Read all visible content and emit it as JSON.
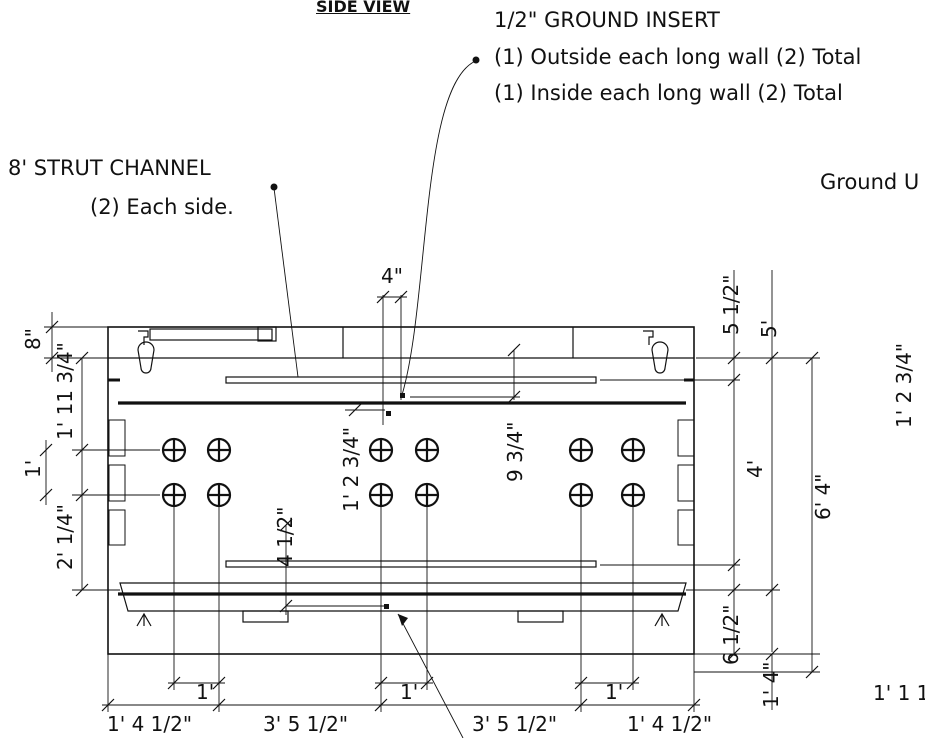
{
  "title": "SIDE VIEW",
  "callouts": {
    "ground_insert_title": "1/2\" GROUND INSERT",
    "ground_insert_outside": "(1) Outside each long wall (2) Total",
    "ground_insert_inside": "(1) Inside each long wall (2) Total",
    "strut_title": "8' STRUT CHANNEL",
    "strut_sub": "(2) Each side.",
    "ground_partial": "Ground U",
    "bottom_right_partial": "1' 1 1",
    "right_partial_vertical": "1' 2 3/4\""
  },
  "dims": {
    "top_4in": "4\"",
    "top_5_half": "5 1/2\"",
    "top_5ft": "5'",
    "left_8in": "8\"",
    "left_1_11_3_4": "1' 11 3/4\"",
    "left_1ft": "1'",
    "left_2_1_4": "2' 1/4\"",
    "mid_1_2_3_4": "1' 2 3/4\"",
    "mid_9_3_4": "9 3/4\"",
    "mid_4_half": "4 1/2\"",
    "right_4ft": "4'",
    "right_6_4": "6' 4\"",
    "right_6_half": "6 1/2\"",
    "right_1_4": "1' 4\"",
    "bot_1_4_half_left": "1' 4 1/2\"",
    "bot_1ft_a": "1'",
    "bot_3_5_half_left": "3' 5 1/2\"",
    "bot_1ft_b": "1'",
    "bot_3_5_half_right": "3' 5 1/2\"",
    "bot_1ft_c": "1'",
    "bot_1_4_half_right": "1' 4 1/2\""
  }
}
